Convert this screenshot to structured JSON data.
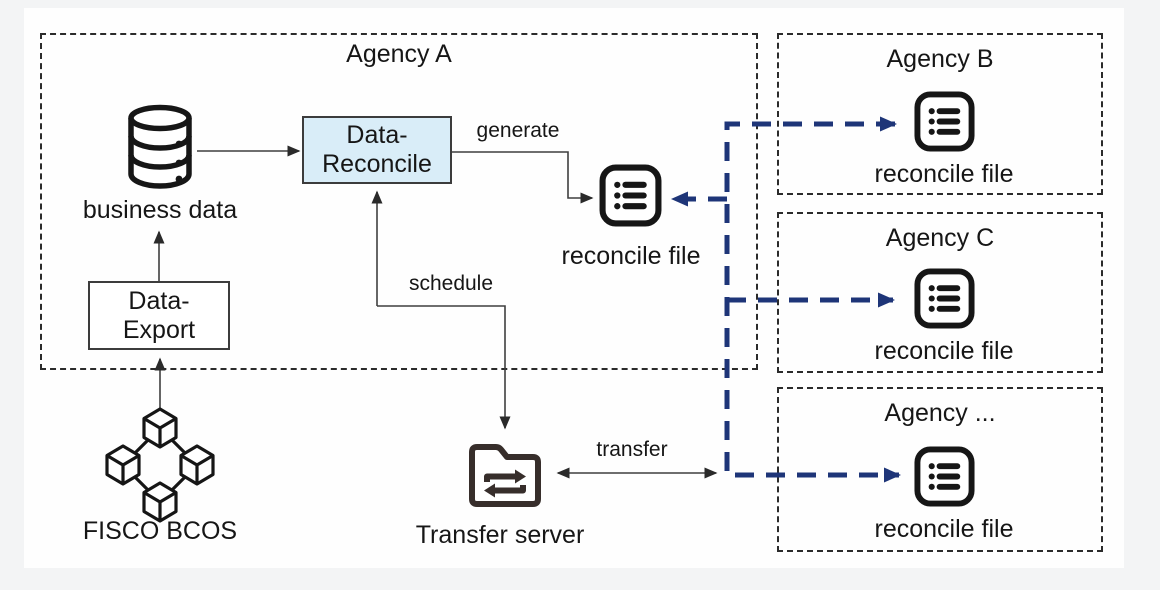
{
  "colors": {
    "accent_blue": "#1e3578",
    "reconcile_box_fill": "#d9edf8",
    "folder_brown": "#372e2b",
    "stroke_black": "#161616"
  },
  "agency_a": {
    "title": "Agency A",
    "business_data_label": "business data",
    "data_reconcile": {
      "line1": "Data-",
      "line2": "Reconcile"
    },
    "data_export": {
      "line1": "Data-",
      "line2": "Export"
    },
    "reconcile_file_label": "reconcile file"
  },
  "agency_b": {
    "title": "Agency B",
    "reconcile_file_label": "reconcile file"
  },
  "agency_c": {
    "title": "Agency C",
    "reconcile_file_label": "reconcile file"
  },
  "agency_more": {
    "title": "Agency ...",
    "reconcile_file_label": "reconcile file"
  },
  "external": {
    "fisco_label": "FISCO BCOS",
    "transfer_server_label": "Transfer server"
  },
  "edge_labels": {
    "generate": "generate",
    "schedule": "schedule",
    "transfer": "transfer"
  },
  "icons": {
    "business_data": "database-icon",
    "reconcile_file": "list-file-icon",
    "transfer_server": "transfer-folder-icon",
    "fisco_bcos": "blockchain-cubes-icon"
  }
}
